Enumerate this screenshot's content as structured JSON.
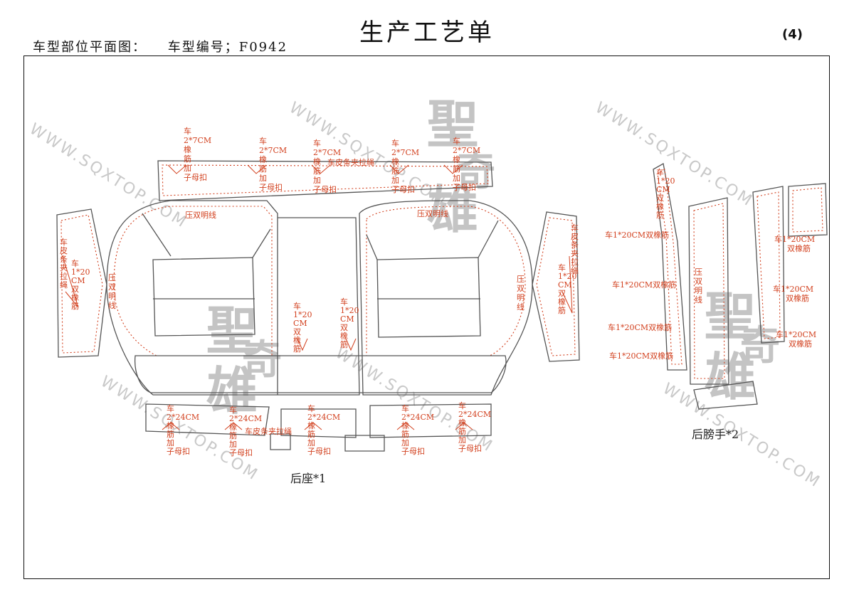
{
  "header": {
    "title": "生产工艺单",
    "page_number": "(4)",
    "left_label": "车型部位平面图：",
    "model_label": "车型编号；F0942"
  },
  "captions": {
    "rear_seat": "后座*1",
    "rear_armrest": "后膀手*2"
  },
  "annotations": {
    "top_strip": [
      "车",
      "2*7CM",
      "橡",
      "筋",
      "加",
      "子母扣"
    ],
    "top_middle": "车皮条夹拉绳",
    "press_double_line": "压双明线",
    "side_left_a": [
      "车",
      "皮",
      "条",
      "夹",
      "拉",
      "绳"
    ],
    "side_left_b": [
      "车",
      "1*20",
      "CM",
      "双",
      "橡",
      "筋"
    ],
    "center_a": [
      "车",
      "1*20",
      "CM",
      "双",
      "橡",
      "筋"
    ],
    "side_right_a": [
      "车",
      "皮",
      "条",
      "夹",
      "拉",
      "绳"
    ],
    "bottom_strip": [
      "车",
      "2*24CM",
      "橡",
      "筋",
      "加",
      "子母扣"
    ],
    "bottom_middle": "车皮条夹拉绳",
    "armrest_label_1": "车1*20CM双橡筋",
    "armrest_label_2": [
      "车1*20CM",
      "双橡筋"
    ],
    "armrest_vertical": [
      "车",
      "1*20",
      "CM",
      "双",
      "橡",
      "筋"
    ]
  },
  "watermark": {
    "url": "WWW.SQXTOP.COM",
    "logo_top": "聖",
    "logo_mid": "奇",
    "logo_bottom": "雄",
    "colors": {
      "watermark": "#c9c9c9",
      "annotation": "#d2401e",
      "outline": "#555555"
    }
  }
}
